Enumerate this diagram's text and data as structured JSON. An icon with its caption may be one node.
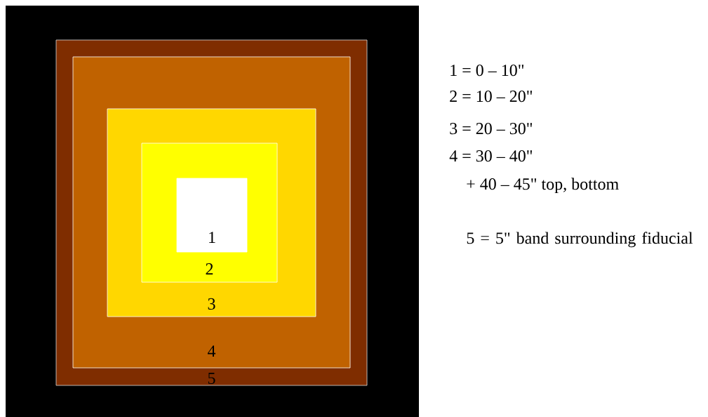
{
  "diagram": {
    "nodes": [
      {
        "text": [],
        "shape": "box"
      },
      {
        "text": [
          "5"
        ],
        "in": 0
      },
      {
        "text": [
          "4"
        ],
        "in": 1
      },
      {
        "text": [
          "3"
        ],
        "in": 2
      },
      {
        "text": [
          "2"
        ],
        "in": 3
      },
      {
        "text": [
          "1"
        ],
        "in": 4
      }
    ],
    "labels": [
      "1 = 0 – 10\"",
      "2 = 10 – 20\"",
      "3 = 20 – 30\"",
      "4 = 30 – 40\"",
      "+ 40 – 45\" top, bottom",
      "5 = 5\" band surrounding fiducial"
    ]
  }
}
